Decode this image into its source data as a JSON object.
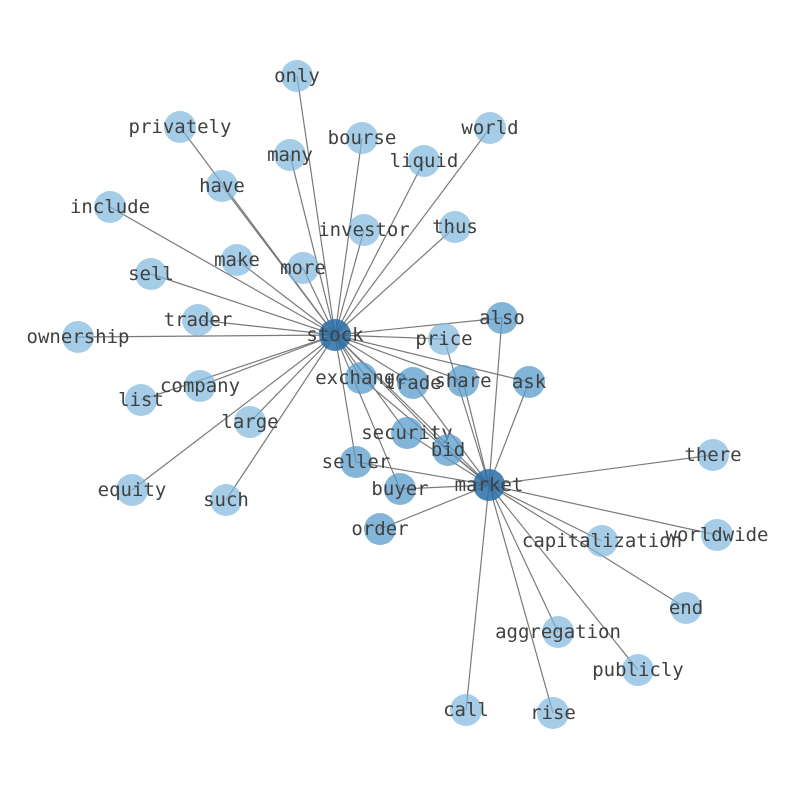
{
  "colors": {
    "leaf": "#7fb8dd",
    "secondary": "#5a9ccc",
    "hub": "#2a6fa8",
    "edge": "#7a7a7a",
    "label": "#404040"
  },
  "nodes": [
    {
      "id": "stock",
      "label": "stock",
      "role": "hub"
    },
    {
      "id": "market",
      "label": "market",
      "role": "hub"
    },
    {
      "id": "only",
      "label": "only",
      "role": "leaf"
    },
    {
      "id": "privately",
      "label": "privately",
      "role": "leaf"
    },
    {
      "id": "bourse",
      "label": "bourse",
      "role": "leaf"
    },
    {
      "id": "world",
      "label": "world",
      "role": "leaf"
    },
    {
      "id": "many",
      "label": "many",
      "role": "leaf"
    },
    {
      "id": "liquid",
      "label": "liquid",
      "role": "leaf"
    },
    {
      "id": "have",
      "label": "have",
      "role": "leaf"
    },
    {
      "id": "include",
      "label": "include",
      "role": "leaf"
    },
    {
      "id": "investor",
      "label": "investor",
      "role": "leaf"
    },
    {
      "id": "thus",
      "label": "thus",
      "role": "leaf"
    },
    {
      "id": "make",
      "label": "make",
      "role": "leaf"
    },
    {
      "id": "more",
      "label": "more",
      "role": "leaf"
    },
    {
      "id": "sell",
      "label": "sell",
      "role": "leaf"
    },
    {
      "id": "trader",
      "label": "trader",
      "role": "leaf"
    },
    {
      "id": "also",
      "label": "also",
      "role": "secondary"
    },
    {
      "id": "ownership",
      "label": "ownership",
      "role": "leaf"
    },
    {
      "id": "price",
      "label": "price",
      "role": "leaf"
    },
    {
      "id": "company",
      "label": "company",
      "role": "leaf"
    },
    {
      "id": "exchange",
      "label": "exchange",
      "role": "secondary"
    },
    {
      "id": "trade",
      "label": "trade",
      "role": "secondary"
    },
    {
      "id": "share",
      "label": "share",
      "role": "secondary"
    },
    {
      "id": "ask",
      "label": "ask",
      "role": "secondary"
    },
    {
      "id": "list",
      "label": "list",
      "role": "leaf"
    },
    {
      "id": "large",
      "label": "large",
      "role": "leaf"
    },
    {
      "id": "security",
      "label": "security",
      "role": "secondary"
    },
    {
      "id": "bid",
      "label": "bid",
      "role": "secondary"
    },
    {
      "id": "there",
      "label": "there",
      "role": "leaf"
    },
    {
      "id": "seller",
      "label": "seller",
      "role": "secondary"
    },
    {
      "id": "buyer",
      "label": "buyer",
      "role": "secondary"
    },
    {
      "id": "equity",
      "label": "equity",
      "role": "leaf"
    },
    {
      "id": "such",
      "label": "such",
      "role": "leaf"
    },
    {
      "id": "worldwide",
      "label": "worldwide",
      "role": "leaf"
    },
    {
      "id": "order",
      "label": "order",
      "role": "secondary"
    },
    {
      "id": "capitalization",
      "label": "capitalization",
      "role": "leaf"
    },
    {
      "id": "end",
      "label": "end",
      "role": "leaf"
    },
    {
      "id": "aggregation",
      "label": "aggregation",
      "role": "leaf"
    },
    {
      "id": "publicly",
      "label": "publicly",
      "role": "leaf"
    },
    {
      "id": "call",
      "label": "call",
      "role": "leaf"
    },
    {
      "id": "rise",
      "label": "rise",
      "role": "leaf"
    }
  ],
  "edges": [
    [
      "stock",
      "only"
    ],
    [
      "stock",
      "privately"
    ],
    [
      "stock",
      "bourse"
    ],
    [
      "stock",
      "world"
    ],
    [
      "stock",
      "many"
    ],
    [
      "stock",
      "liquid"
    ],
    [
      "stock",
      "have"
    ],
    [
      "stock",
      "include"
    ],
    [
      "stock",
      "investor"
    ],
    [
      "stock",
      "thus"
    ],
    [
      "stock",
      "make"
    ],
    [
      "stock",
      "more"
    ],
    [
      "stock",
      "sell"
    ],
    [
      "stock",
      "trader"
    ],
    [
      "stock",
      "also"
    ],
    [
      "stock",
      "ownership"
    ],
    [
      "stock",
      "price"
    ],
    [
      "stock",
      "company"
    ],
    [
      "stock",
      "exchange"
    ],
    [
      "stock",
      "trade"
    ],
    [
      "stock",
      "share"
    ],
    [
      "stock",
      "ask"
    ],
    [
      "stock",
      "list"
    ],
    [
      "stock",
      "large"
    ],
    [
      "stock",
      "security"
    ],
    [
      "stock",
      "bid"
    ],
    [
      "stock",
      "seller"
    ],
    [
      "stock",
      "buyer"
    ],
    [
      "stock",
      "equity"
    ],
    [
      "stock",
      "such"
    ],
    [
      "stock",
      "market"
    ],
    [
      "market",
      "also"
    ],
    [
      "market",
      "price"
    ],
    [
      "market",
      "exchange"
    ],
    [
      "market",
      "trade"
    ],
    [
      "market",
      "share"
    ],
    [
      "market",
      "ask"
    ],
    [
      "market",
      "security"
    ],
    [
      "market",
      "bid"
    ],
    [
      "market",
      "there"
    ],
    [
      "market",
      "seller"
    ],
    [
      "market",
      "buyer"
    ],
    [
      "market",
      "worldwide"
    ],
    [
      "market",
      "order"
    ],
    [
      "market",
      "capitalization"
    ],
    [
      "market",
      "end"
    ],
    [
      "market",
      "aggregation"
    ],
    [
      "market",
      "publicly"
    ],
    [
      "market",
      "call"
    ],
    [
      "market",
      "rise"
    ]
  ]
}
